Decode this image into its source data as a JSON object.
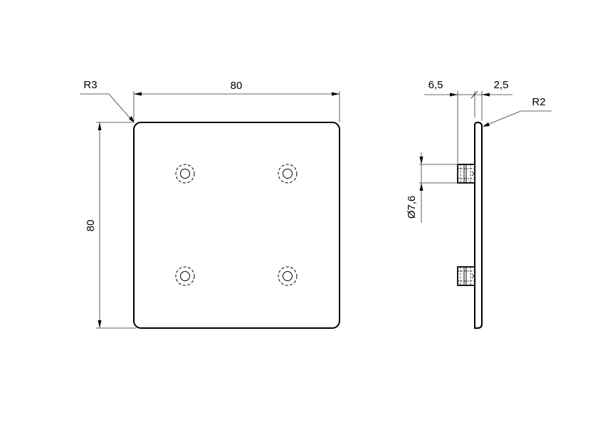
{
  "drawing": {
    "front_view": {
      "plate": {
        "width_mm": "80",
        "height_mm": "80",
        "corner_radius": "R3"
      },
      "holes": [
        {
          "id": "top-left"
        },
        {
          "id": "top-right"
        },
        {
          "id": "bottom-left"
        },
        {
          "id": "bottom-right"
        }
      ],
      "dimensions": {
        "width_label": "80",
        "height_label": "80",
        "radius_label": "R3"
      }
    },
    "side_view": {
      "dimensions": {
        "peg_length_label": "6,5",
        "plate_thickness_label": "2,5",
        "radius_label": "R2",
        "peg_diameter_label": "Ø7,6"
      },
      "pegs": [
        {
          "id": "upper-peg"
        },
        {
          "id": "lower-peg"
        }
      ]
    },
    "colors": {
      "line": "#000000",
      "dimension_line": "#333333",
      "background": "#ffffff"
    }
  }
}
